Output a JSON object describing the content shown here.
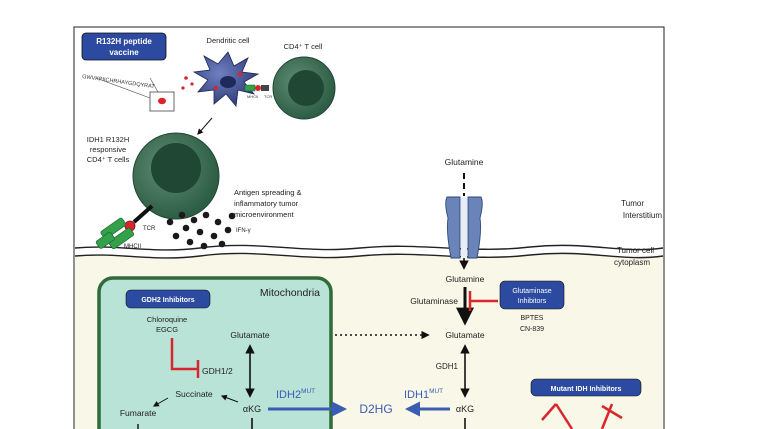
{
  "extracellular": {
    "vaccine_label_1": "R132H peptide",
    "vaccine_label_2": "vaccine",
    "peptide_sequence": "GWVKPIICHRHAYGDQYRAT",
    "dendritic_cell": "Dendritic cell",
    "cd4_t_cell": "CD4⁺ T cell",
    "mhcii_small": "MHCII",
    "tcr_small": "TCR",
    "responsive_cells": [
      "IDH1 R132H",
      "responsive",
      "CD4⁺ T cells"
    ],
    "tcr": "TCR",
    "mhcii": "MHCII",
    "ifn": "IFN-γ",
    "antigen_spreading": [
      "Antigen spreading &",
      "inflammatory tumor",
      "microenvironment"
    ],
    "glutamine_out": "Glutamine",
    "tumor_interstitium": [
      "Tumor",
      "Interstitium"
    ],
    "tumor_cytoplasm": [
      "Tumor cell",
      "cytoplasm"
    ]
  },
  "cytoplasm": {
    "glutamine_in": "Glutamine",
    "glutaminase": "Glutaminase",
    "glutaminase_inhibitors": [
      "Glutaminase",
      "Inhibitors"
    ],
    "glutaminase_drugs": [
      "BPTES",
      "CN-839"
    ],
    "glutamate": "Glutamate",
    "gdh1": "GDH1",
    "idh1_mut": "IDH1",
    "mut_sup": "MUT",
    "akg": "αKG",
    "d2hg": "D2HG",
    "mutant_idh_inhibitors": "Mutant IDH Inhibitors"
  },
  "mitochondria": {
    "title": "Mitochondria",
    "gdh2_inhibitors": "GDH2 Inhibitors",
    "gdh2_drugs": [
      "Chloroquine",
      "EGCG"
    ],
    "glutamate": "Glutamate",
    "gdh12": "GDH1/2",
    "succinate": "Succinate",
    "akg": "αKG",
    "fumarate": "Fumarate",
    "idh2_mut": "IDH2",
    "mut_sup": "MUT"
  },
  "colors": {
    "cytoplasm_bg": "#f9f7e7",
    "mitochondria_fill": "#b8e3d6",
    "mitochondria_border": "#2f6b3c",
    "label_box": "#2b4aa0",
    "inhibit_red": "#d8262c",
    "mut_blue": "#3a5db3",
    "t_cell_dark": "#1f4734",
    "t_cell_light": "#3d6e55",
    "dendritic": "#3c4a8a"
  }
}
